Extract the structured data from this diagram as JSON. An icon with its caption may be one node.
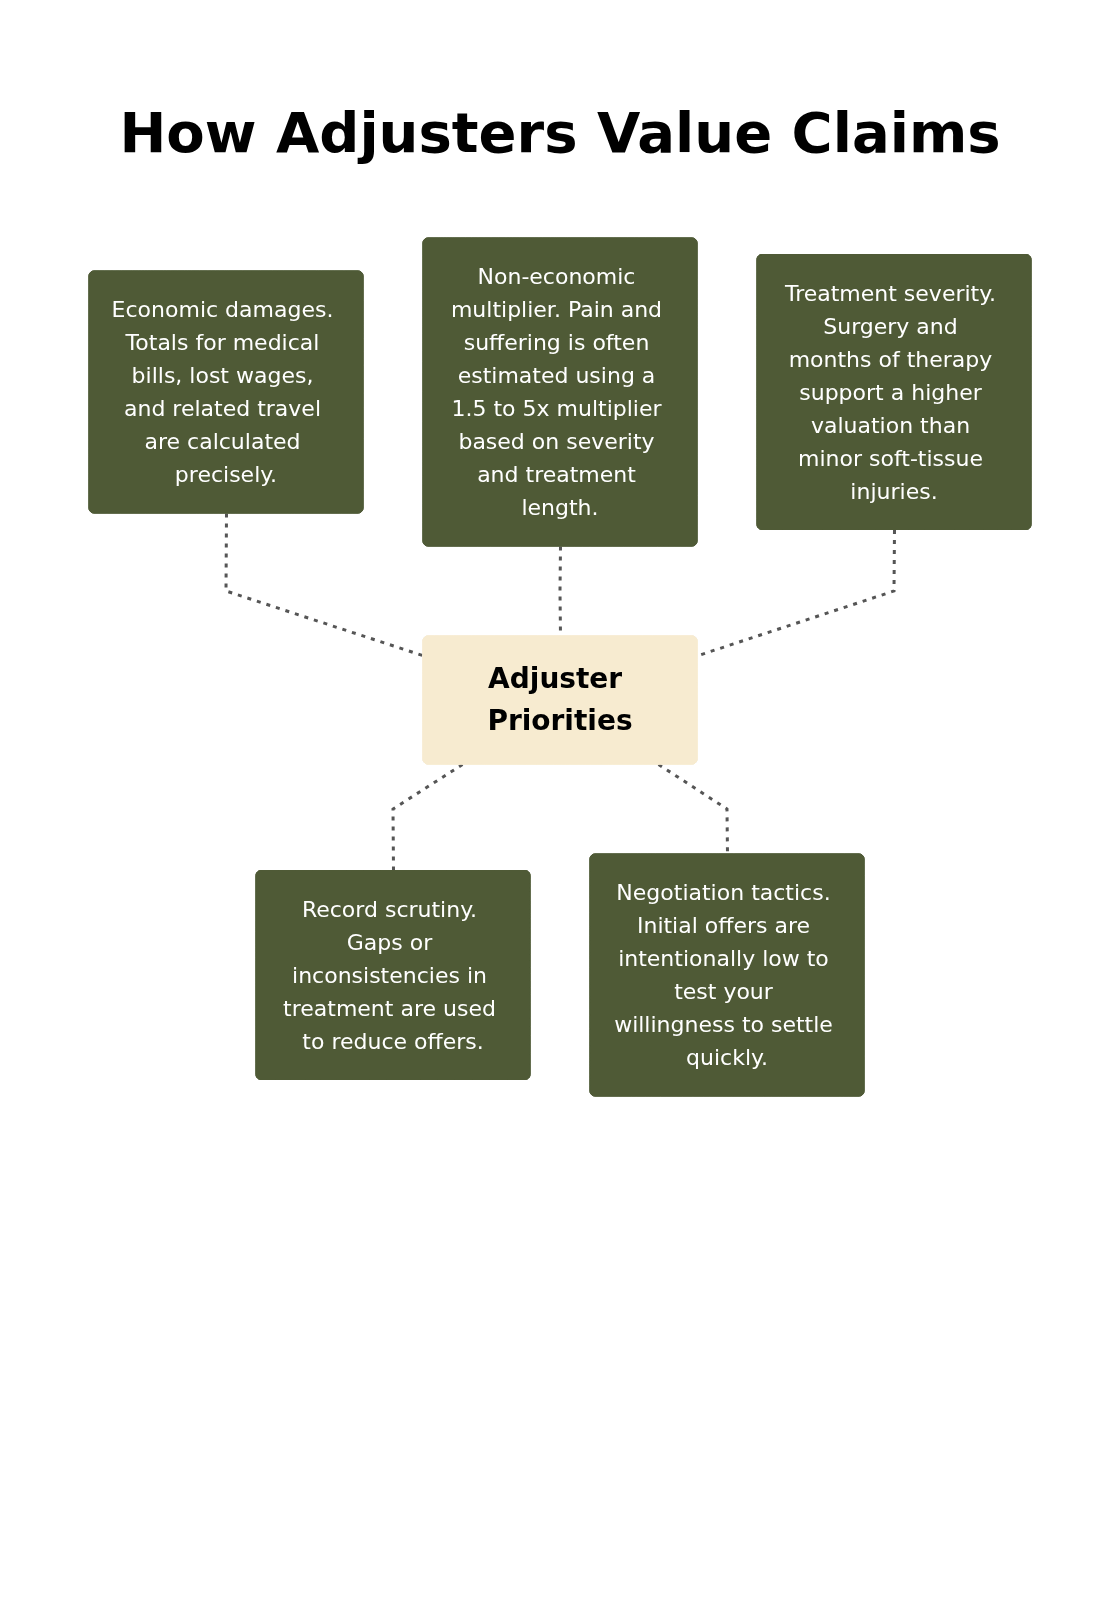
{
  "diagram": {
    "title": "How Adjusters Value Claims",
    "nodes": [
      {
        "text": [
          "Economic damages. Totals for medical bills, lost wages, and related travel are calculated precisely."
        ]
      },
      {
        "text": [
          "Non-economic multiplier. Pain and suffering is often estimated using a 1.5 to 5x multiplier based on severity and treatment length."
        ]
      },
      {
        "text": [
          "Treatment severity. Surgery and months of therapy support a higher valuation than minor soft-tissue injuries."
        ]
      },
      {
        "text": [
          "Adjuster Priorities"
        ]
      },
      {
        "text": [
          "Record scrutiny. Gaps or inconsistencies in treatment are used to reduce offers."
        ]
      },
      {
        "text": [
          "Negotiation tactics. Initial offers are intentionally low to test your willingness to settle quickly."
        ]
      }
    ],
    "edges": [
      {
        "from": 0,
        "to": 3,
        "arrow": "none",
        "style": "dashed"
      },
      {
        "from": 1,
        "to": 3,
        "arrow": "none",
        "style": "dashed"
      },
      {
        "from": 2,
        "to": 3,
        "arrow": "none",
        "style": "dashed"
      },
      {
        "from": 3,
        "to": 4,
        "arrow": "none",
        "style": "dashed"
      },
      {
        "from": 3,
        "to": 5,
        "arrow": "none",
        "style": "dashed"
      }
    ]
  }
}
